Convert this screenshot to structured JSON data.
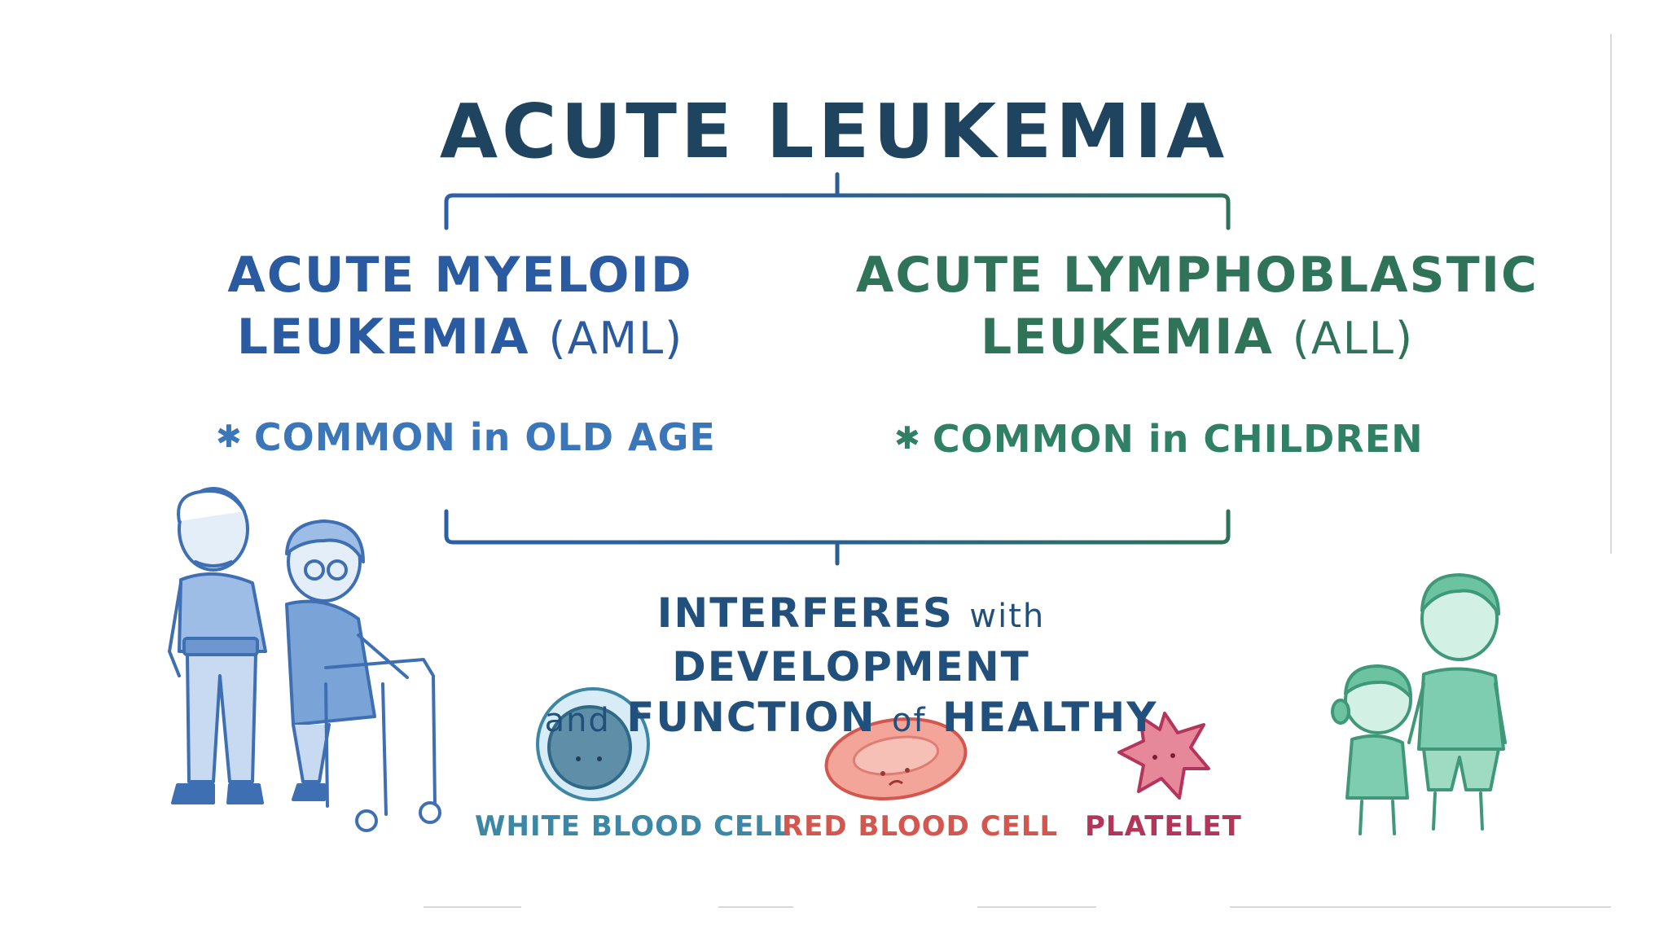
{
  "title": "ACUTE LEUKEMIA",
  "aml": {
    "line1": "ACUTE MYELOID",
    "line2": "LEUKEMIA",
    "abbr": "(AML)",
    "bullet_star": "✱",
    "bullet": "COMMON in OLD AGE"
  },
  "all": {
    "line1": "ACUTE LYMPHOBLASTIC",
    "line2": "LEUKEMIA",
    "abbr": "(ALL)",
    "bullet_star": "✱",
    "bullet": "COMMON in CHILDREN"
  },
  "interferes": {
    "line1_a": "INTERFERES ",
    "line1_b": "with",
    "line1_c": " DEVELOPMENT",
    "line2_a": "and",
    "line2_b": " FUNCTION ",
    "line2_c": "of",
    "line2_d": " HEALTHY"
  },
  "cells": {
    "wbc": "WHITE BLOOD CELL",
    "rbc": "RED BLOOD CELL",
    "platelet": "PLATELET"
  },
  "colors": {
    "title": "#1e4460",
    "aml": "#2a5aa0",
    "all": "#2f7358",
    "wbc": "#3c86a6",
    "rbc": "#d3574f",
    "platelet": "#b3365a",
    "elderly": "#4a7ec4",
    "children": "#4fae8c"
  }
}
